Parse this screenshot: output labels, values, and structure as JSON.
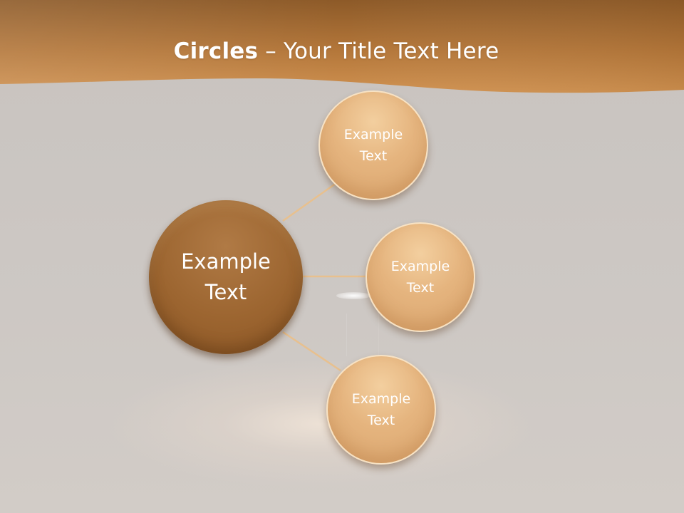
{
  "slide": {
    "title_bold": "Circles",
    "title_rest": " – Your Title Text Here",
    "center": {
      "text": "Example\nText"
    },
    "satellites": [
      {
        "text": "Example\nText"
      },
      {
        "text": "Example\nText"
      },
      {
        "text": "Example\nText"
      }
    ]
  },
  "colors": {
    "header": "#c88a45",
    "center_circle": "#9c6530",
    "satellite_circle": "#e5b47e",
    "connector": "#e8c08e",
    "background": "#cbc6c2"
  }
}
